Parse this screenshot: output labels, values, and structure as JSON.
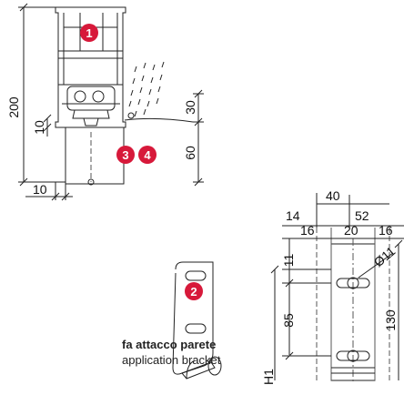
{
  "dimensions": {
    "top_drawing": {
      "height_total": "200",
      "left_small": "10",
      "upper_30": "30",
      "lower_60": "60",
      "bottom_10": "10"
    },
    "bracket_drawing": {
      "top_40": "40",
      "w14": "14",
      "w52": "52",
      "w16_left": "16",
      "w20": "20",
      "w16_right": "16",
      "diameter": "Ø11",
      "h11": "11",
      "h85": "85",
      "h130": "130",
      "h1": "H1"
    }
  },
  "badges": [
    "1",
    "2",
    "3",
    "4"
  ],
  "caption": {
    "line1": "fa attacco parete",
    "line2": "application bracket"
  },
  "colors": {
    "accent": "#d7193a",
    "line": "#222222",
    "dash": "#555555"
  }
}
